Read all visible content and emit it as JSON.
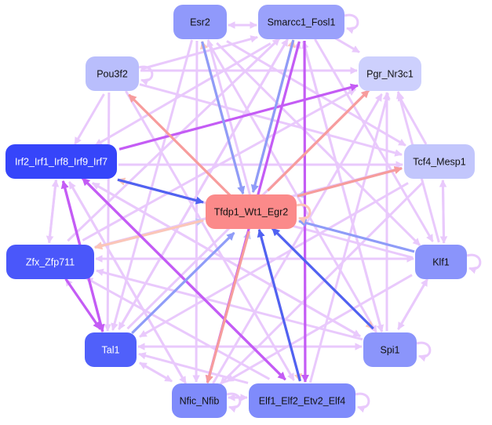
{
  "nodes": [
    {
      "id": "Esr2",
      "label": "Esr2",
      "color": "#9099fb",
      "text": "#111111"
    },
    {
      "id": "Smarcc1_Fosl1",
      "label": "Smarcc1_Fosl1",
      "color": "#9aa1fb",
      "text": "#111111"
    },
    {
      "id": "Pou3f2",
      "label": "Pou3f2",
      "color": "#b9befc",
      "text": "#111111"
    },
    {
      "id": "Pgr_Nr3c1",
      "label": "Pgr_Nr3c1",
      "color": "#cdd0fd",
      "text": "#111111"
    },
    {
      "id": "Irf2",
      "label": "Irf2_Irf1_Irf8_Irf9_Irf7",
      "color": "#3645fa",
      "text": "#ffffff"
    },
    {
      "id": "Tcf4_Mesp1",
      "label": "Tcf4_Mesp1",
      "color": "#c2c6fc",
      "text": "#111111"
    },
    {
      "id": "Tfdp1",
      "label": "Tfdp1_Wt1_Egr2",
      "color": "#fb8a8a",
      "text": "#111111"
    },
    {
      "id": "Zfx",
      "label": "Zfx_Zfp711",
      "color": "#4a57fa",
      "text": "#ffffff"
    },
    {
      "id": "Klf1",
      "label": "Klf1",
      "color": "#8a94fb",
      "text": "#111111"
    },
    {
      "id": "Tal1",
      "label": "Tal1",
      "color": "#5060fa",
      "text": "#ffffff"
    },
    {
      "id": "Spi1",
      "label": "Spi1",
      "color": "#8b95fb",
      "text": "#111111"
    },
    {
      "id": "Nfic",
      "label": "Nfic_Nfib",
      "color": "#7f8bfb",
      "text": "#111111"
    },
    {
      "id": "Elf1",
      "label": "Elf1_Elf2_Etv2_Elf4",
      "color": "#7f8bfb",
      "text": "#111111"
    }
  ],
  "edge_colors": {
    "purple": "#e9c9fc",
    "violet": "#c45cf5",
    "blue": "#8f9cf8",
    "darkblue": "#5062f2",
    "peach": "#fcc6b8",
    "salmon": "#f79c9c",
    "lightblue": "#c2c9f8"
  },
  "edges": [
    [
      "Esr2",
      "Tfdp1",
      "blue"
    ],
    [
      "Smarcc1_Fosl1",
      "Tfdp1",
      "blue"
    ],
    [
      "Tfdp1",
      "Esr2",
      "peach"
    ],
    [
      "Tfdp1",
      "Smarcc1_Fosl1",
      "peach"
    ],
    [
      "Tfdp1",
      "Pou3f2",
      "salmon"
    ],
    [
      "Tfdp1",
      "Pgr_Nr3c1",
      "salmon"
    ],
    [
      "Irf2",
      "Tfdp1",
      "darkblue"
    ],
    [
      "Tfdp1",
      "Irf2",
      "peach"
    ],
    [
      "Tcf4_Mesp1",
      "Tfdp1",
      "lightblue"
    ],
    [
      "Tfdp1",
      "Tcf4_Mesp1",
      "salmon"
    ],
    [
      "Klf1",
      "Tfdp1",
      "blue"
    ],
    [
      "Spi1",
      "Tfdp1",
      "darkblue"
    ],
    [
      "Tfdp1",
      "Spi1",
      "peach"
    ],
    [
      "Tal1",
      "Tfdp1",
      "blue"
    ],
    [
      "Tfdp1",
      "Nfic",
      "salmon"
    ],
    [
      "Elf1",
      "Tfdp1",
      "darkblue"
    ],
    [
      "Tfdp1",
      "Elf1",
      "peach"
    ],
    [
      "Zfx",
      "Tfdp1",
      "lightblue"
    ],
    [
      "Tfdp1",
      "Zfx",
      "peach"
    ],
    [
      "Nfic",
      "Tfdp1",
      "lightblue"
    ],
    [
      "Esr2",
      "Smarcc1_Fosl1",
      "purple"
    ],
    [
      "Smarcc1_Fosl1",
      "Esr2",
      "purple"
    ],
    [
      "Pou3f2",
      "Smarcc1_Fosl1",
      "purple"
    ],
    [
      "Pou3f2",
      "Pgr_Nr3c1",
      "purple"
    ],
    [
      "Smarcc1_Fosl1",
      "Pgr_Nr3c1",
      "purple"
    ],
    [
      "Irf2",
      "Pgr_Nr3c1",
      "violet"
    ],
    [
      "Irf2",
      "Tcf4_Mesp1",
      "purple"
    ],
    [
      "Pou3f2",
      "Irf2",
      "purple"
    ],
    [
      "Smarcc1_Fosl1",
      "Irf2",
      "purple"
    ],
    [
      "Esr2",
      "Tcf4_Mesp1",
      "purple"
    ],
    [
      "Pou3f2",
      "Tcf4_Mesp1",
      "purple"
    ],
    [
      "Tcf4_Mesp1",
      "Pgr_Nr3c1",
      "purple"
    ],
    [
      "Irf2",
      "Zfx",
      "purple"
    ],
    [
      "Zfx",
      "Irf2",
      "purple"
    ],
    [
      "Irf2",
      "Tal1",
      "violet"
    ],
    [
      "Irf2",
      "Elf1",
      "violet"
    ],
    [
      "Irf2",
      "Spi1",
      "purple"
    ],
    [
      "Irf2",
      "Nfic",
      "purple"
    ],
    [
      "Zfx",
      "Tcf4_Mesp1",
      "purple"
    ],
    [
      "Zfx",
      "Klf1",
      "purple"
    ],
    [
      "Klf1",
      "Zfx",
      "purple"
    ],
    [
      "Zfx",
      "Tal1",
      "violet"
    ],
    [
      "Tal1",
      "Zfx",
      "purple"
    ],
    [
      "Tal1",
      "Spi1",
      "purple"
    ],
    [
      "Spi1",
      "Tal1",
      "purple"
    ],
    [
      "Tal1",
      "Nfic",
      "purple"
    ],
    [
      "Nfic",
      "Tal1",
      "purple"
    ],
    [
      "Nfic",
      "Elf1",
      "purple"
    ],
    [
      "Elf1",
      "Nfic",
      "purple"
    ],
    [
      "Spi1",
      "Klf1",
      "purple"
    ],
    [
      "Klf1",
      "Spi1",
      "purple"
    ],
    [
      "Klf1",
      "Tcf4_Mesp1",
      "purple"
    ],
    [
      "Tcf4_Mesp1",
      "Klf1",
      "purple"
    ],
    [
      "Spi1",
      "Pgr_Nr3c1",
      "purple"
    ],
    [
      "Klf1",
      "Pgr_Nr3c1",
      "purple"
    ],
    [
      "Elf1",
      "Pgr_Nr3c1",
      "purple"
    ],
    [
      "Nfic",
      "Pgr_Nr3c1",
      "purple"
    ],
    [
      "Tal1",
      "Pgr_Nr3c1",
      "purple"
    ],
    [
      "Esr2",
      "Tal1",
      "purple"
    ],
    [
      "Esr2",
      "Nfic",
      "purple"
    ],
    [
      "Smarcc1_Fosl1",
      "Tal1",
      "purple"
    ],
    [
      "Smarcc1_Fosl1",
      "Nfic",
      "violet"
    ],
    [
      "Smarcc1_Fosl1",
      "Elf1",
      "violet"
    ],
    [
      "Smarcc1_Fosl1",
      "Spi1",
      "purple"
    ],
    [
      "Smarcc1_Fosl1",
      "Klf1",
      "purple"
    ],
    [
      "Esr2",
      "Klf1",
      "purple"
    ],
    [
      "Esr2",
      "Spi1",
      "purple"
    ],
    [
      "Pou3f2",
      "Tal1",
      "purple"
    ],
    [
      "Pou3f2",
      "Elf1",
      "purple"
    ],
    [
      "Tcf4_Mesp1",
      "Zfx",
      "purple"
    ],
    [
      "Tcf4_Mesp1",
      "Nfic",
      "purple"
    ],
    [
      "Tcf4_Mesp1",
      "Tal1",
      "purple"
    ],
    [
      "Klf1",
      "Nfic",
      "purple"
    ],
    [
      "Spi1",
      "Zfx",
      "purple"
    ],
    [
      "Elf1",
      "Zfx",
      "purple"
    ],
    [
      "Elf1",
      "Tal1",
      "purple"
    ],
    [
      "Nfic",
      "Irf2",
      "purple"
    ],
    [
      "Tal1",
      "Irf2",
      "violet"
    ],
    [
      "Elf1",
      "Irf2",
      "violet"
    ],
    [
      "Spi1",
      "Irf2",
      "purple"
    ],
    [
      "Klf1",
      "Irf2",
      "purple"
    ],
    [
      "Nfic",
      "Smarcc1_Fosl1",
      "purple"
    ],
    [
      "Tal1",
      "Smarcc1_Fosl1",
      "purple"
    ],
    [
      "Elf1",
      "Esr2",
      "purple"
    ],
    [
      "Spi1",
      "Smarcc1_Fosl1",
      "purple"
    ],
    [
      "Zfx",
      "Smarcc1_Fosl1",
      "purple"
    ],
    [
      "Zfx",
      "Pgr_Nr3c1",
      "purple"
    ]
  ],
  "self_loops": [
    "Smarcc1_Fosl1",
    "Tfdp1",
    "Klf1",
    "Spi1",
    "Nfic",
    "Elf1",
    "Pou3f2"
  ]
}
